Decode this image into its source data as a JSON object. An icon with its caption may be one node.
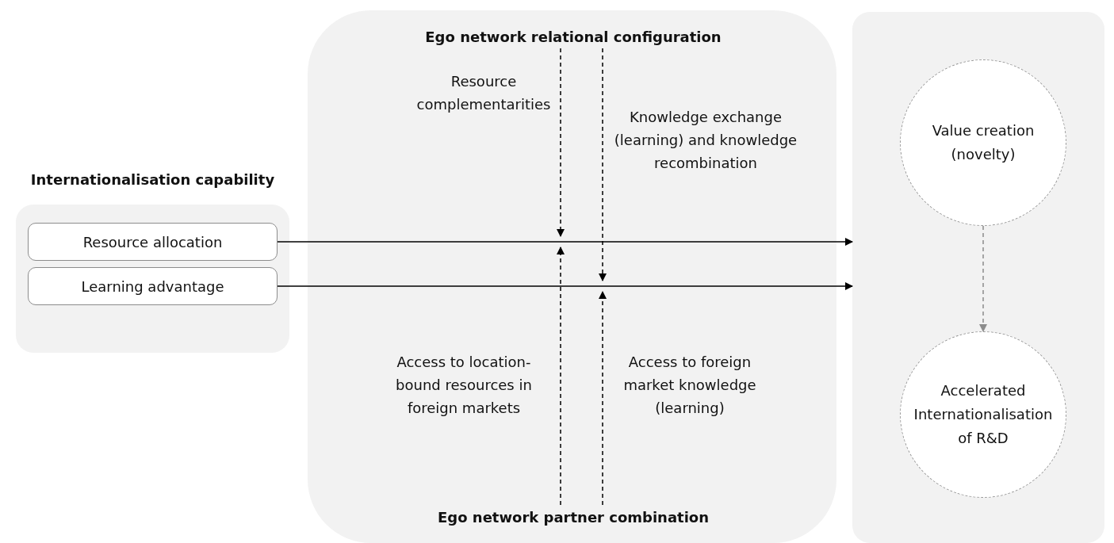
{
  "diagram": {
    "nodes": [
      {
        "text": [
          "Internationalisation capability"
        ]
      },
      {
        "text": [
          "Resource allocation"
        ],
        "in": 0
      },
      {
        "text": [
          "Learning advantage"
        ],
        "in": 0
      },
      {
        "text": [],
        "shape": "box"
      },
      {
        "text": [
          "Ego network relational configuration"
        ],
        "in": 3
      },
      {
        "text": [
          "Ego network partner combination"
        ],
        "in": 3
      },
      {
        "text": [],
        "shape": "box"
      },
      {
        "text": [
          "Value creation (novelty)"
        ],
        "in": 6
      },
      {
        "text": [
          "Accelerated Internationalisation of R&D"
        ],
        "in": 6
      }
    ],
    "edges": [
      {
        "from": 1,
        "to": 6,
        "arrow": "to"
      },
      {
        "from": 2,
        "to": 6,
        "arrow": "to"
      },
      {
        "from": 4,
        "to": null,
        "arrow": "to",
        "style": "dashed"
      },
      {
        "from": 4,
        "to": null,
        "arrow": "to",
        "style": "dashed"
      },
      {
        "from": 5,
        "to": null,
        "arrow": "to",
        "style": "dashed"
      },
      {
        "from": 5,
        "to": null,
        "arrow": "to",
        "style": "dashed"
      },
      {
        "from": 7,
        "to": 8,
        "arrow": "to",
        "style": "dashed",
        "color": "#8c8c8c"
      }
    ],
    "labels": [
      "Resource complementarities",
      "Knowledge exchange (learning) and knowledge recombination",
      "Access to location-bound resources in foreign markets",
      "Access to foreign market knowledge (learning)"
    ]
  }
}
